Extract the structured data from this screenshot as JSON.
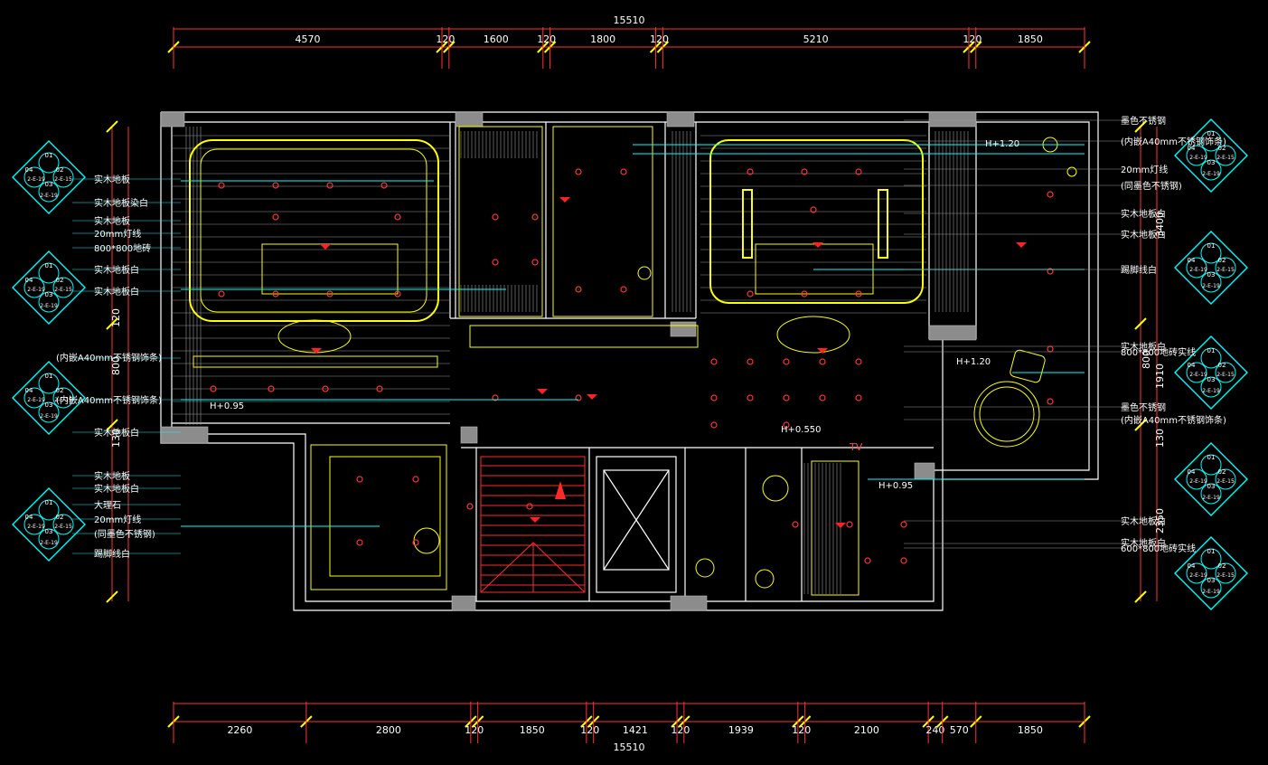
{
  "drawing": {
    "top_total": "15510",
    "bottom_total": "15510",
    "top_segments": [
      "4570",
      "120",
      "1600",
      "120",
      "1800",
      "120",
      "5210",
      "120",
      "1850"
    ],
    "bottom_segments": [
      "2260",
      "2800",
      "120",
      "1850",
      "120",
      "1421",
      "120",
      "1939",
      "120",
      "2100",
      "240",
      "570",
      "1850"
    ],
    "left_dims": [
      "120",
      "800",
      "130"
    ],
    "right_dims": [
      "3400",
      "800",
      "1910",
      "130",
      "2350"
    ]
  },
  "left_notes": [
    "实木地板",
    "实木地板染白",
    "实木地板",
    "20mm灯线",
    "800*800地砖",
    "实木地板白",
    "实木地板白",
    "(内嵌A40mm不锈钢饰条)",
    "(内嵌A40mm不锈钢饰条)",
    "实木地板白",
    "实木地板",
    "实木地板白",
    "大理石",
    "20mm灯线",
    "(同墨色不锈钢)",
    "踢脚线白"
  ],
  "right_notes": [
    "墨色不锈钢",
    "(内嵌A40mm不锈钢饰条)",
    "20mm灯线",
    "(同墨色不锈钢)",
    "实木地板白",
    "实木地板白",
    "踢脚线白",
    "实木地板白",
    "800*800地砖实线",
    "墨色不锈钢",
    "(内嵌A40mm不锈钢饰条)",
    "实木地板白",
    "实木地板白",
    "600*800地砖实线"
  ],
  "callout_labels": {
    "top": "01",
    "left": "04",
    "right": "02",
    "bottom": "03",
    "code_left": "2-E-19",
    "code_right": "2-E-15"
  },
  "room_labels": {
    "tv": "TV",
    "h_plus_120": "H+1.20",
    "h_plus_095": "H+0.95",
    "h_plus_055": "H+0.550"
  },
  "colors": {
    "background": "#000000",
    "walls": "#ffffff",
    "fixtures": "#ffff00",
    "dimensions": "#ff3333",
    "callouts": "#00ffff"
  }
}
